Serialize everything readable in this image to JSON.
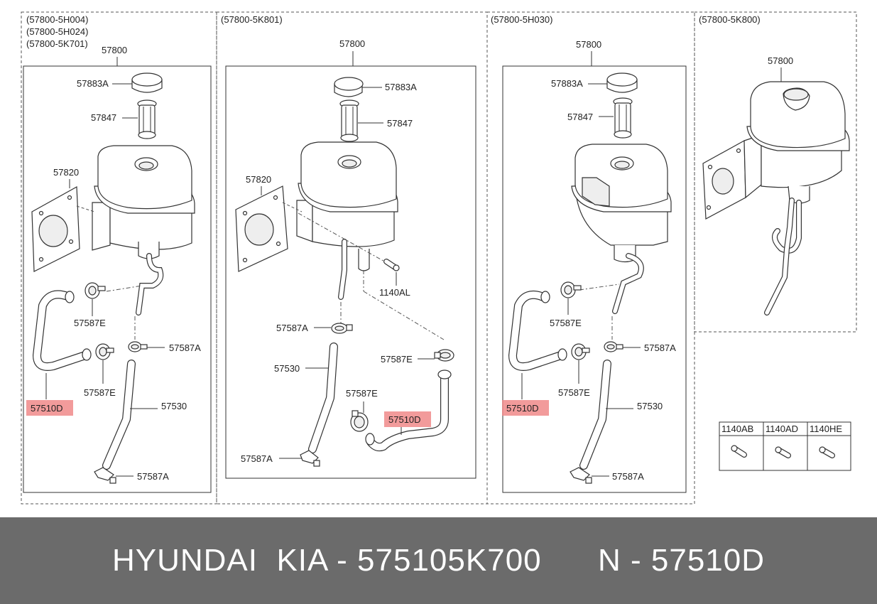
{
  "panels": [
    {
      "codes": [
        "(57800-5H004)",
        "(57800-5H024)",
        "(57800-5K701)"
      ],
      "labels": {
        "tank": "57800",
        "cap": "57883A",
        "filter": "57847",
        "bracket": "57820",
        "clamp_e1": "57587E",
        "clamp_e2": "57587E",
        "clamp_a1": "57587A",
        "hose_long": "57530",
        "clamp_a2": "57587A",
        "hose_hl": "57510D"
      }
    },
    {
      "codes": [
        "(57800-5K801)"
      ],
      "labels": {
        "tank": "57800",
        "cap": "57883A",
        "filter": "57847",
        "bracket": "57820",
        "bolt": "1140AL",
        "clamp_a1": "57587A",
        "hose_long": "57530",
        "clamp_e1": "57587E",
        "clamp_e2": "57587E",
        "hose_hl": "57510D",
        "clamp_a2": "57587A"
      }
    },
    {
      "codes": [
        "(57800-5H030)"
      ],
      "labels": {
        "tank": "57800",
        "cap": "57883A",
        "filter": "57847",
        "clamp_e1": "57587E",
        "clamp_a1": "57587A",
        "clamp_e2": "57587E",
        "hose_long": "57530",
        "hose_hl": "57510D",
        "clamp_a2": "57587A"
      }
    },
    {
      "codes": [
        "(57800-5K800)"
      ],
      "labels": {
        "tank": "57800"
      }
    }
  ],
  "bolt_table": {
    "headers": [
      "1140AB",
      "1140AD",
      "1140HE"
    ]
  },
  "footer": {
    "part1": "HYUNDAI  KIA - 575105K700",
    "part2": "N - 57510D"
  },
  "colors": {
    "highlight": "#f08a8a",
    "footer_bg": "#6b6b6b",
    "footer_text": "#ffffff"
  }
}
